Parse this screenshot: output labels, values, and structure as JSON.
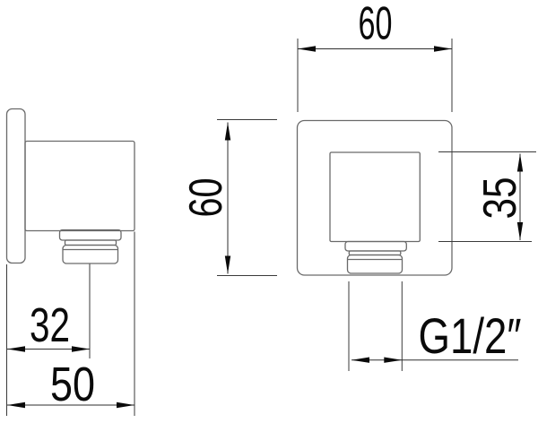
{
  "drawing": {
    "views": {
      "side": {
        "dim_offset": "32",
        "dim_depth": "50"
      },
      "front": {
        "dim_width": "60",
        "dim_height": "60",
        "dim_body": "35",
        "dim_thread": "G1/2″"
      }
    },
    "colors": {
      "background": "#ffffff",
      "part_outline": "#6a6a6a",
      "dimension_line": "#2e2e2e",
      "text": "#0a0a0a"
    }
  }
}
